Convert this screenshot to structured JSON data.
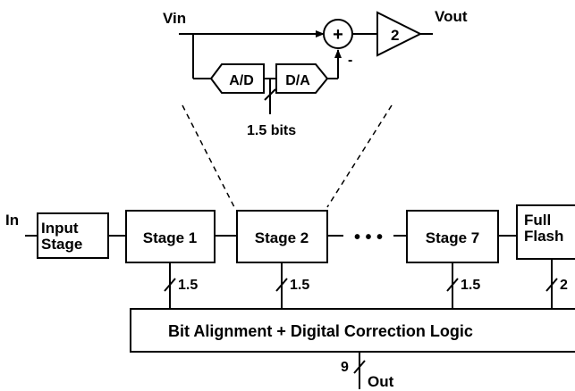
{
  "stage_detail": {
    "vin": "Vin",
    "vout": "Vout",
    "adc": "A/D",
    "dac": "D/A",
    "gain": "2",
    "sum_plus": "+",
    "sum_minus": "-",
    "bits": "1.5 bits"
  },
  "pipeline": {
    "in_label": "In",
    "input_stage_line1": "Input",
    "input_stage_line2": "Stage",
    "stage1": "Stage 1",
    "stage2": "Stage 2",
    "ellipsis": "• • •",
    "stage7": "Stage 7",
    "flash_line1": "Full",
    "flash_line2": "Flash",
    "bus1": "1.5",
    "bus2": "1.5",
    "bus7": "1.5",
    "bus_flash": "2",
    "correction_logic": "Bit Alignment + Digital Correction Logic",
    "out_bits": "9",
    "out_label": "Out"
  }
}
